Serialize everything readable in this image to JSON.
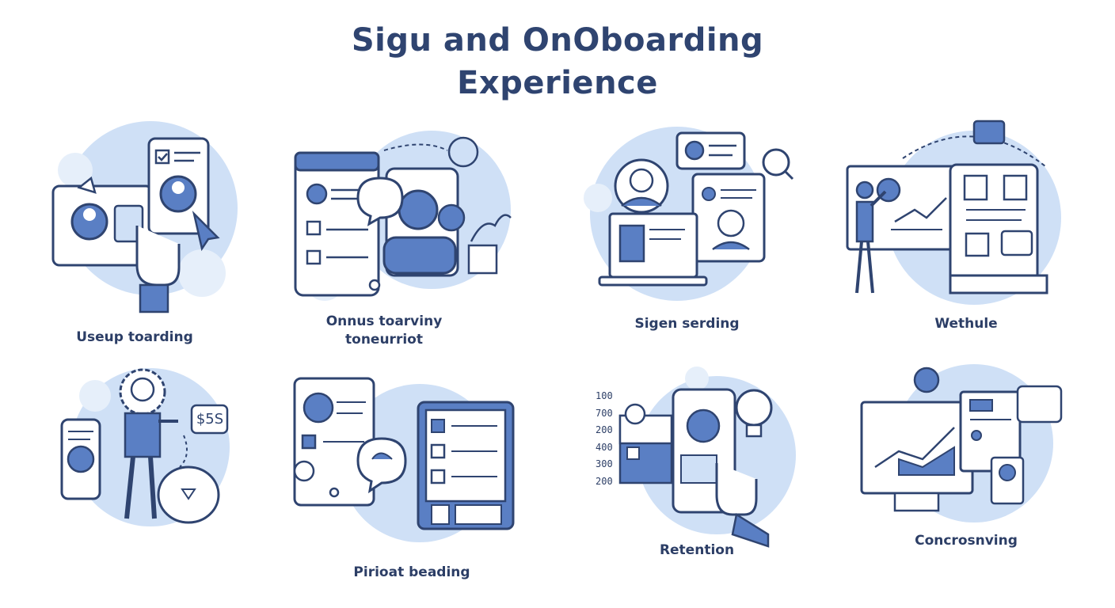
{
  "page": {
    "title_line1": "Sigu and OnOboarding",
    "title_line2": "Experience"
  },
  "colors": {
    "ink": "#2f4470",
    "blue": "#5a7fc4",
    "light_blue": "#cfe0f6",
    "pale_blue": "#e6effa",
    "white": "#ffffff"
  },
  "panels": [
    {
      "id": "p1",
      "caption": [
        "Useup toarding"
      ],
      "icon": "tablet-phone-tap-icon"
    },
    {
      "id": "p2",
      "caption": [
        "Onnus toarviny",
        "toneurriot"
      ],
      "icon": "checklist-chat-icon"
    },
    {
      "id": "p3",
      "caption": [
        "Sigen serding"
      ],
      "icon": "laptop-profile-icon"
    },
    {
      "id": "p4",
      "caption": [
        "Wethule"
      ],
      "icon": "presenter-dashboard-icon"
    },
    {
      "id": "p5",
      "caption": [],
      "price_tag": "$5S",
      "icon": "person-piggybank-icon"
    },
    {
      "id": "p6",
      "caption": [
        "Pirioat beading"
      ],
      "icon": "tablet-checklist-icon"
    },
    {
      "id": "p7",
      "caption": [
        "Retention"
      ],
      "axis_values": [
        "100",
        "700",
        "200",
        "400",
        "300",
        "200"
      ],
      "icon": "phone-lightbulb-icon"
    },
    {
      "id": "p8",
      "caption": [
        "Concrosnving"
      ],
      "icon": "monitor-chart-icon"
    }
  ]
}
